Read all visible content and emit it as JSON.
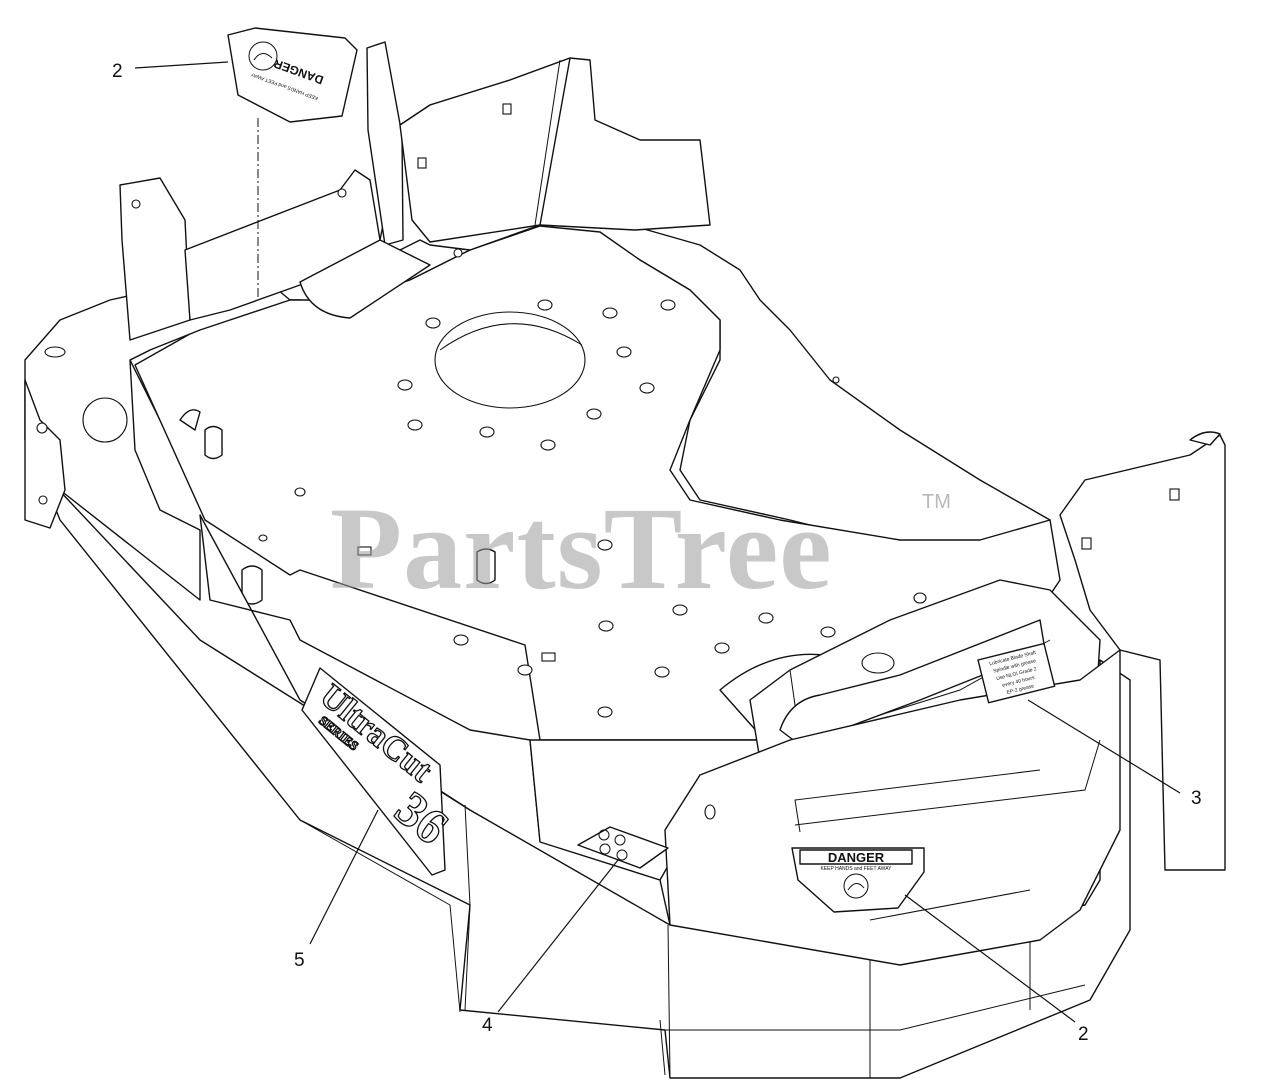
{
  "diagram": {
    "callouts": [
      {
        "id": "c2a",
        "label": "2"
      },
      {
        "id": "c3",
        "label": "3"
      },
      {
        "id": "c2b",
        "label": "2"
      },
      {
        "id": "c4",
        "label": "4"
      },
      {
        "id": "c5",
        "label": "5"
      }
    ],
    "watermark": {
      "text": "PartsTree",
      "mark": "TM"
    },
    "decals": {
      "danger_top": {
        "word": "DANGER",
        "line": "KEEP HANDS and FEET AWAY"
      },
      "danger_front": {
        "word": "DANGER",
        "line": "KEEP HANDS and FEET AWAY"
      },
      "lube": {
        "lines": [
          "Lubricate Blade Shaft",
          "Spindle with grease",
          "Use NLGI Grade 2",
          "every 40 hours",
          "EP-2 grease"
        ]
      },
      "logo": {
        "brand": "UltraCut",
        "series": "SERIES",
        "size": "36"
      }
    },
    "colors": {
      "line": "#111111",
      "watermark": "#9c9c9c",
      "background": "#ffffff"
    }
  }
}
